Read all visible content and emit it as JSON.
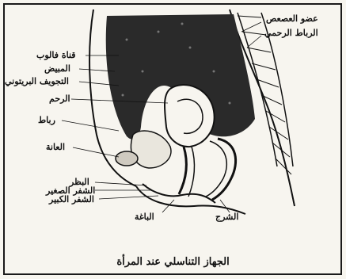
{
  "figure": {
    "caption": "الجهاز التناسلي عند المرأة"
  },
  "labels_left": [
    "قناة فالوب",
    "المبيض",
    "التجويف البريتوني",
    "الرحم",
    "رباط",
    "العانة",
    "البظر",
    "الشفر الصغير",
    "الشفر الكبير",
    "الباغة"
  ],
  "labels_right": [
    "عضو العصعص",
    "الرباط الرحمي",
    "الشرج"
  ],
  "colors": {
    "ink": "#111111",
    "paper": "#f7f5ef",
    "dark_region": "#2a2a2a"
  }
}
